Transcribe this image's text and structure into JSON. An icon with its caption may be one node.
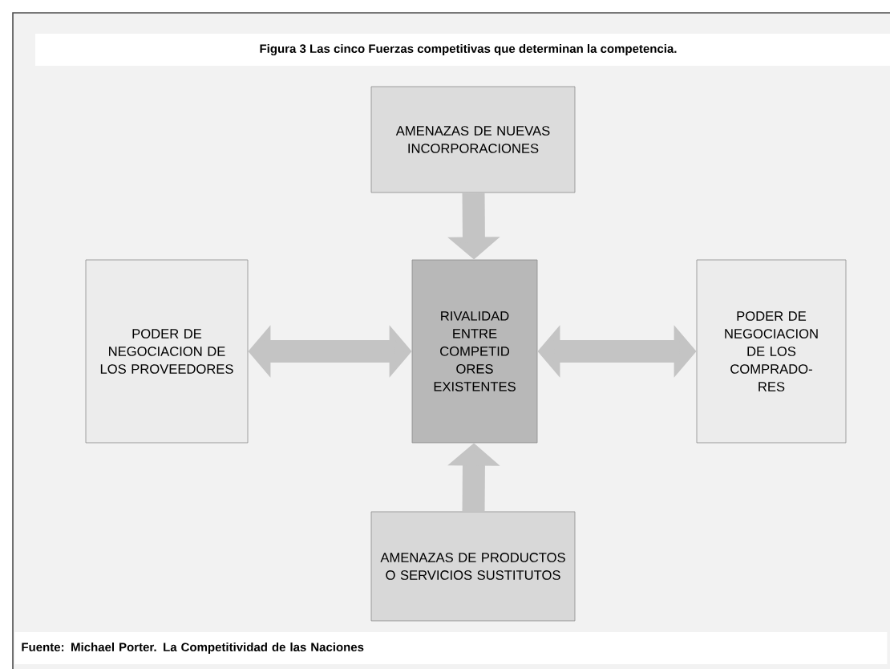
{
  "diagram": {
    "title": "Figura 3 Las cinco Fuerzas competitivas que determinan la competencia.",
    "caption": "Fuente: Michael Porter. La Competitividad de las Naciones",
    "nodes": [
      {
        "text": [
          "AMENAZAS DE NUEVAS INCORPORACIONES"
        ]
      },
      {
        "text": [
          "PODER DE NEGOCIACION DE LOS PROVEEDORES"
        ]
      },
      {
        "text": [
          "RIVALIDAD ENTRE COMPETID ORES EXISTENTES"
        ]
      },
      {
        "text": [
          "PODER DE NEGOCIACION DE LOS COMPRADO- RES"
        ]
      },
      {
        "text": [
          "AMENAZAS DE PRODUCTOS O SERVICIOS SUSTITUTOS"
        ]
      }
    ],
    "edges": [
      {
        "from": 0,
        "to": 2,
        "arrow": "to"
      },
      {
        "from": 1,
        "to": 2,
        "arrow": "both"
      },
      {
        "from": 3,
        "to": 2,
        "arrow": "both"
      },
      {
        "from": 4,
        "to": 2,
        "arrow": "to"
      }
    ]
  }
}
